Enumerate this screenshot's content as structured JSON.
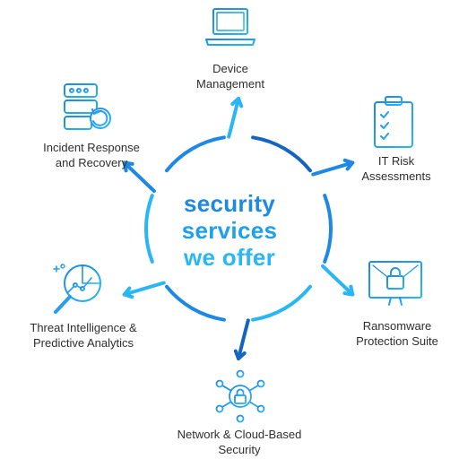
{
  "center": {
    "lines": [
      "security",
      "services",
      "we offer"
    ]
  },
  "services": [
    {
      "id": "device-management",
      "icon": "laptop-icon",
      "lines": [
        "Device",
        "Management"
      ]
    },
    {
      "id": "it-risk-assessments",
      "icon": "clipboard-checklist-icon",
      "lines": [
        "IT Risk",
        "Assessments"
      ]
    },
    {
      "id": "ransomware-protection",
      "icon": "monitor-lock-icon",
      "lines": [
        "Ransomware",
        "Protection Suite"
      ]
    },
    {
      "id": "network-cloud-security",
      "icon": "network-lock-icon",
      "lines": [
        "Network & Cloud-Based",
        "Security"
      ]
    },
    {
      "id": "threat-intelligence",
      "icon": "magnifier-analytics-icon",
      "lines": [
        "Threat Intelligence &",
        "Predictive Analytics"
      ]
    },
    {
      "id": "incident-response",
      "icon": "server-restore-icon",
      "lines": [
        "Incident Response",
        "and Recovery"
      ]
    }
  ],
  "colors": {
    "accent_light": "#29b6f6",
    "accent_mid": "#1e88e5",
    "accent_dark": "#1565c0",
    "icon_blue": "#2a7fd4",
    "text": "#2e2e2e"
  }
}
